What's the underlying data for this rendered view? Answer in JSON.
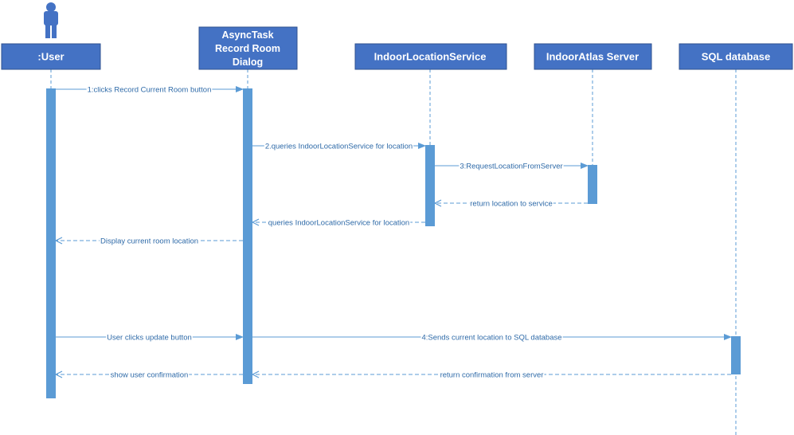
{
  "colors": {
    "header_fill": "#4472c4",
    "header_border": "#2f528f",
    "activation_fill": "#5b9bd5",
    "line": "#5b9bd5",
    "message_text": "#2e6aa8",
    "actor_icon": "#4472c4"
  },
  "actor_icon": "person-icon",
  "lifelines": [
    {
      "id": "user",
      "label": ":User"
    },
    {
      "id": "dialog",
      "label": "AsyncTask\nRecord Room\nDialog"
    },
    {
      "id": "service",
      "label": "IndoorLocationService"
    },
    {
      "id": "server",
      "label": "IndoorAtlas Server"
    },
    {
      "id": "db",
      "label": "SQL database"
    }
  ],
  "messages": [
    {
      "from": "user",
      "to": "dialog",
      "text": "1:clicks Record Current Room button",
      "style": "sync"
    },
    {
      "from": "dialog",
      "to": "service",
      "text": "2.queries IndoorLocationService for location",
      "style": "sync"
    },
    {
      "from": "service",
      "to": "server",
      "text": "3:RequestLocationFromServer",
      "style": "sync"
    },
    {
      "from": "server",
      "to": "service",
      "text": "return location to service",
      "style": "return"
    },
    {
      "from": "service",
      "to": "dialog",
      "text": "queries IndoorLocationService for location",
      "style": "return"
    },
    {
      "from": "dialog",
      "to": "user",
      "text": "Display current room location",
      "style": "return"
    },
    {
      "from": "user",
      "to": "dialog",
      "text": "User clicks update button",
      "style": "sync"
    },
    {
      "from": "dialog",
      "to": "db",
      "text": "4:Sends current location to SQL database",
      "style": "sync"
    },
    {
      "from": "db",
      "to": "dialog",
      "text": "return confirmation from server",
      "style": "return"
    },
    {
      "from": "dialog",
      "to": "user",
      "text": "show user confirmation",
      "style": "return"
    }
  ]
}
